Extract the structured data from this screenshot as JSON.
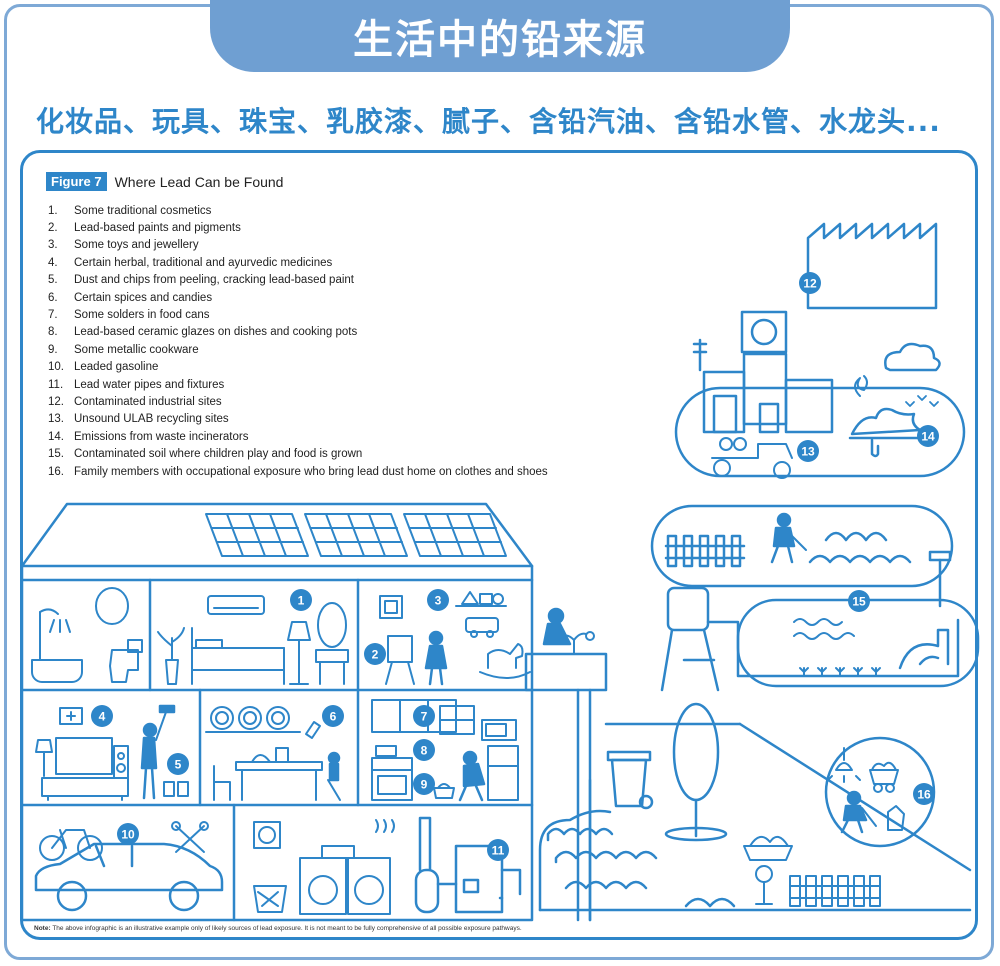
{
  "header": {
    "title": "生活中的铅来源",
    "subtitle": "化妆品、玩具、珠宝、乳胶漆、腻子、含铅汽油、含铅水管、水龙头..."
  },
  "figure": {
    "badge": "Figure 7",
    "title": "Where Lead Can be Found",
    "items": [
      {
        "num": "1.",
        "text": "Some traditional cosmetics"
      },
      {
        "num": "2.",
        "text": "Lead-based paints and pigments"
      },
      {
        "num": "3.",
        "text": "Some toys and jewellery"
      },
      {
        "num": "4.",
        "text": "Certain herbal, traditional and ayurvedic medicines"
      },
      {
        "num": "5.",
        "text": "Dust and chips from peeling, cracking lead-based paint"
      },
      {
        "num": "6.",
        "text": "Certain spices and candies"
      },
      {
        "num": "7.",
        "text": "Some solders in food cans"
      },
      {
        "num": "8.",
        "text": "Lead-based ceramic glazes on dishes and cooking pots"
      },
      {
        "num": "9.",
        "text": "Some metallic cookware"
      },
      {
        "num": "10.",
        "text": "Leaded gasoline"
      },
      {
        "num": "11.",
        "text": "Lead water pipes and fixtures"
      },
      {
        "num": "12.",
        "text": "Contaminated industrial sites"
      },
      {
        "num": "13.",
        "text": "Unsound ULAB recycling sites"
      },
      {
        "num": "14.",
        "text": "Emissions from waste incinerators"
      },
      {
        "num": "15.",
        "text": "Contaminated soil where children play and food is grown"
      },
      {
        "num": "16.",
        "text": "Family members with occupational exposure who bring lead dust home on clothes and shoes"
      }
    ],
    "markers": [
      "1",
      "2",
      "3",
      "4",
      "5",
      "6",
      "7",
      "8",
      "9",
      "10",
      "11",
      "12",
      "13",
      "14",
      "15",
      "16"
    ],
    "note_label": "Note:",
    "note_text": "The above infographic is an illustrative example only of likely sources of lead exposure. It is not meant to be fully comprehensive of all possible exposure pathways."
  },
  "colors": {
    "line": "#2e86c9",
    "tab": "#6f9fd2",
    "border": "#7ea9d6"
  }
}
